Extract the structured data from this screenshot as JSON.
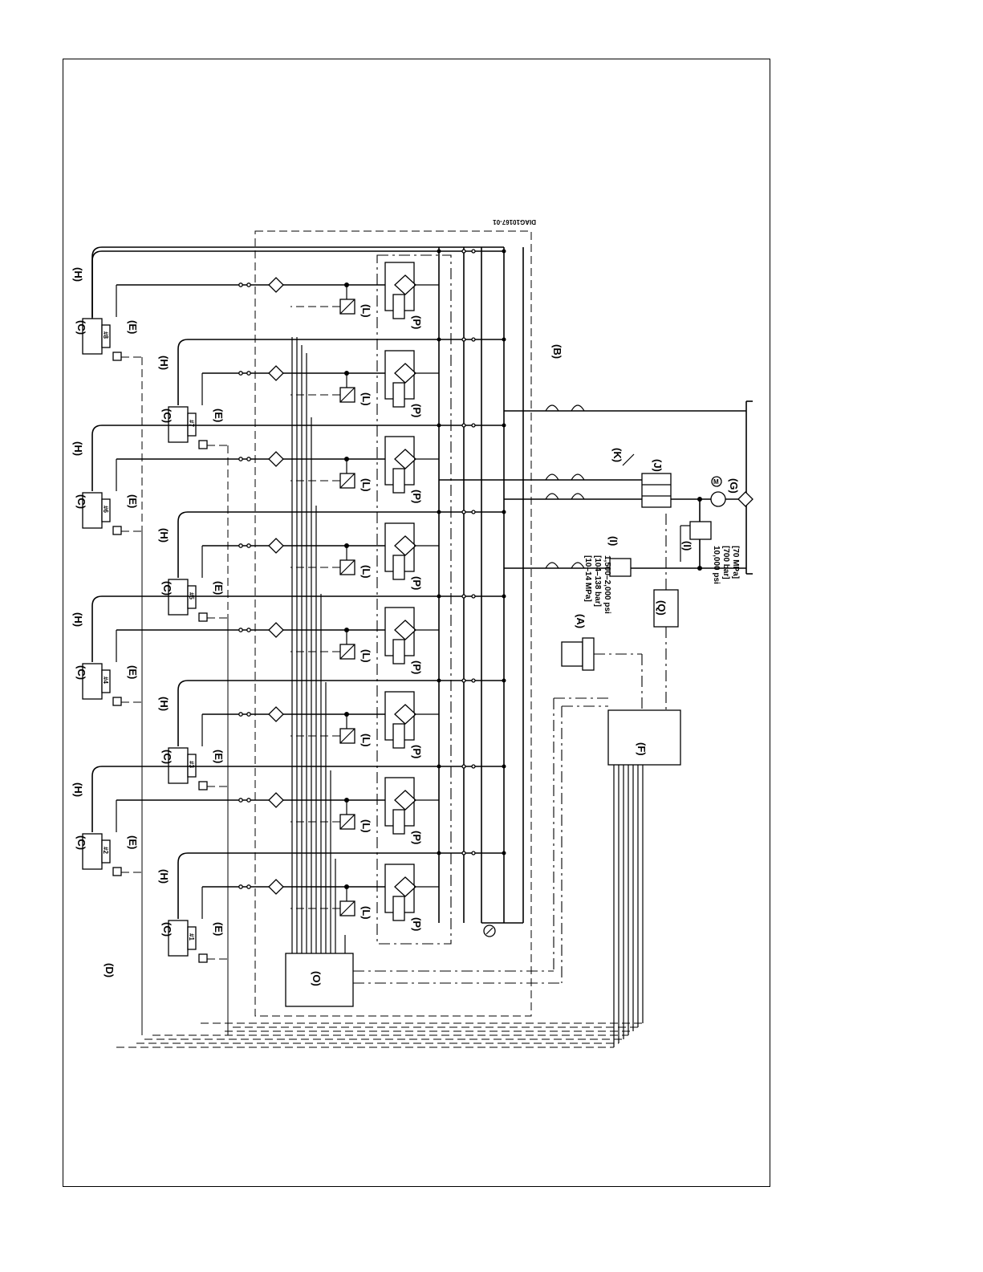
{
  "labels": {
    "A": "(A)",
    "B": "(B)",
    "C": "(C)",
    "D": "(D)",
    "E": "(E)",
    "F": "(F)",
    "G": "(G)",
    "H": "(H)",
    "I": "(I)",
    "J": "(J)",
    "K": "(K)",
    "L": "(L)",
    "O": "(O)",
    "P": "(P)",
    "Q": "(Q)"
  },
  "cylinder_numbers": [
    "#1",
    "#2",
    "#3",
    "#4",
    "#5",
    "#6",
    "#7",
    "#8"
  ],
  "relief_low": [
    "1,500–2,000 psi",
    "[104–138 bar]",
    "[10–14 MPa]"
  ],
  "relief_high": [
    "10,000 psi",
    "[700 bar]",
    "[70 MPa]"
  ],
  "drawing_number": "DIAG10167-01",
  "motor_label": "M"
}
